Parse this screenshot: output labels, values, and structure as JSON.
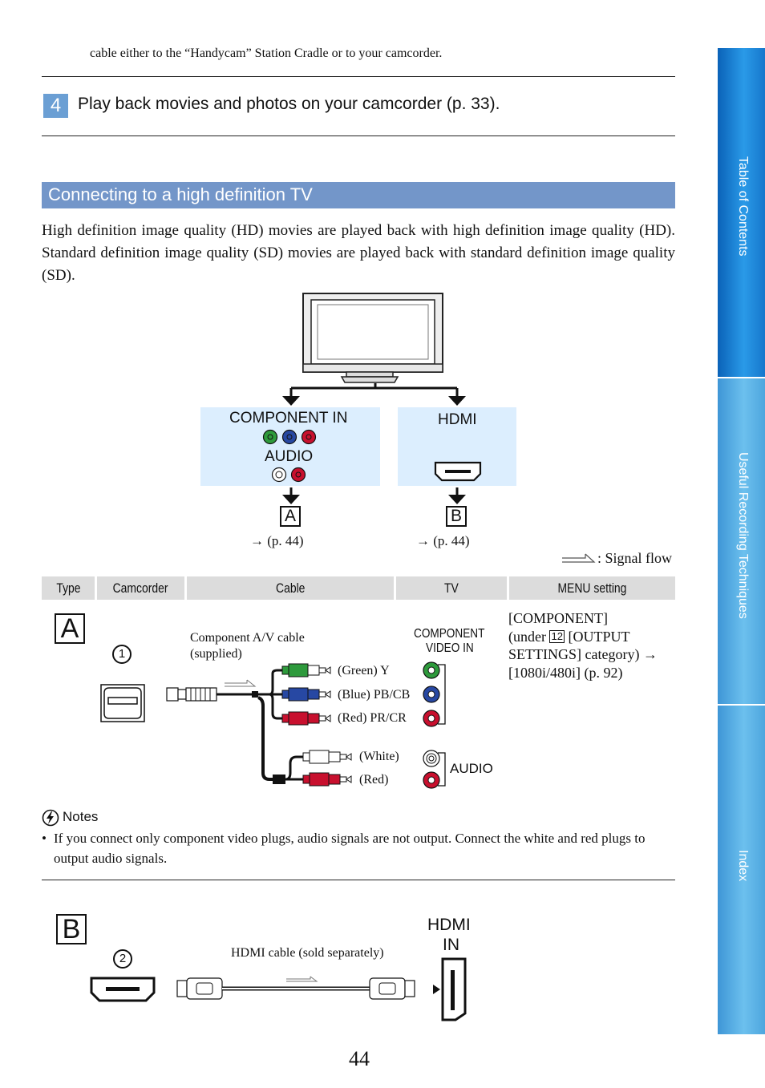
{
  "page": {
    "top_continuation": "cable either to the “Handycam” Station Cradle or to your camcorder.",
    "step_number": "4",
    "step_text": "Play back movies and photos on your camcorder (p. 33).",
    "section_title": "Connecting to a high definition TV",
    "intro": "High definition image quality (HD) movies are played back with high definition image quality (HD). Standard definition image quality (SD) movies are played back with standard definition image quality (SD).",
    "page_number": "44"
  },
  "diagram": {
    "component_in": "COMPONENT IN",
    "audio": "AUDIO",
    "hdmi": "HDMI",
    "connection_a": "A",
    "connection_b": "B",
    "ref_a": "→ (p. 44)",
    "ref_b": "→ (p. 44)",
    "signal_flow": ": Signal flow"
  },
  "table": {
    "headers": [
      "Type",
      "Camcorder",
      "Cable",
      "TV",
      "MENU setting"
    ]
  },
  "row_a": {
    "type": "A",
    "camcorder_num": "1",
    "cable_name": "Component A/V cable",
    "cable_note": "(supplied)",
    "plug_green": "(Green) Y",
    "plug_blue": "(Blue) PB/CB",
    "plug_red": "(Red) PR/CR",
    "plug_white": "(White)",
    "plug_red_audio": "(Red)",
    "tv_component_line1": "COMPONENT",
    "tv_component_line2": "VIDEO IN",
    "tv_audio": "AUDIO",
    "menu_line1": "[COMPONENT]",
    "menu_line2_pre": "(under",
    "menu_icon": "12",
    "menu_line2_post": "[OUTPUT",
    "menu_line3": "SETTINGS] category) →",
    "menu_line4": "[1080i/480i] (p. 92)"
  },
  "notes": {
    "title": "Notes",
    "items": [
      "If you connect only component video plugs, audio signals are not output. Connect the white and red plugs to output audio signals."
    ]
  },
  "row_b": {
    "type": "B",
    "camcorder_num": "2",
    "cable_name": "HDMI cable (sold separately)",
    "tv_hdmi_line1": "HDMI",
    "tv_hdmi_line2": "IN"
  },
  "sidebar": {
    "tabs": [
      {
        "label": "Table of Contents"
      },
      {
        "label": "Useful Recording Techniques"
      },
      {
        "label": "Index"
      }
    ]
  },
  "colors": {
    "accent_blue": "#7396c9",
    "tab_blue_dark": "#1f8ee0",
    "tab_blue_light": "#61b7ec",
    "panel_blue": "#dceefe",
    "plug_green": "#2e9a3c",
    "plug_blue": "#2748a3",
    "plug_red": "#c8102e"
  }
}
